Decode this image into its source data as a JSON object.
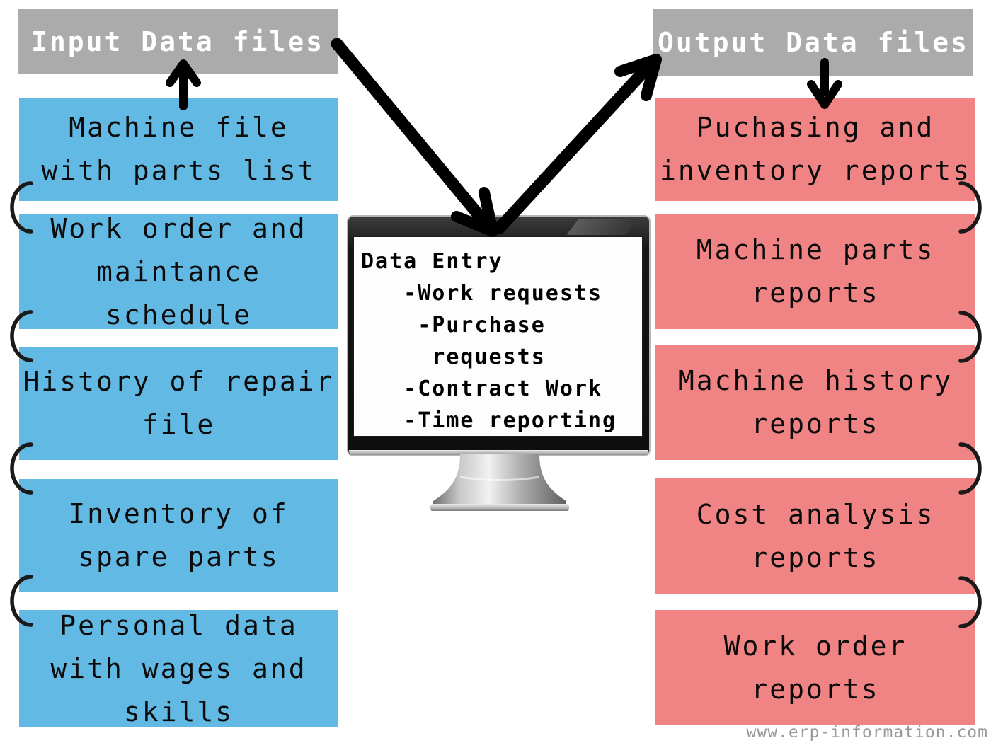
{
  "input_section": {
    "title": "Input Data files",
    "boxes": [
      "Machine file\nwith parts list",
      "Work order and\nmaintance\nschedule",
      "History of repair\nfile",
      "Inventory of\nspare parts",
      "Personal data\nwith wages and\nskills"
    ]
  },
  "output_section": {
    "title": "Output Data files",
    "boxes": [
      "Puchasing and\ninventory reports",
      "Machine parts\nreports",
      "Machine history\nreports",
      "Cost analysis\nreports",
      "Work order\nreports"
    ]
  },
  "monitor": {
    "screen_text": "Data Entry\n   -Work requests\n    -Purchase\n     requests\n   -Contract Work\n   -Time reporting"
  },
  "watermark": "www.erp-information.com",
  "colors": {
    "input_box": "#62b9e3",
    "output_box": "#f08383",
    "header_box": "#ababab",
    "arrow": "#000000",
    "watermark": "#999999"
  }
}
